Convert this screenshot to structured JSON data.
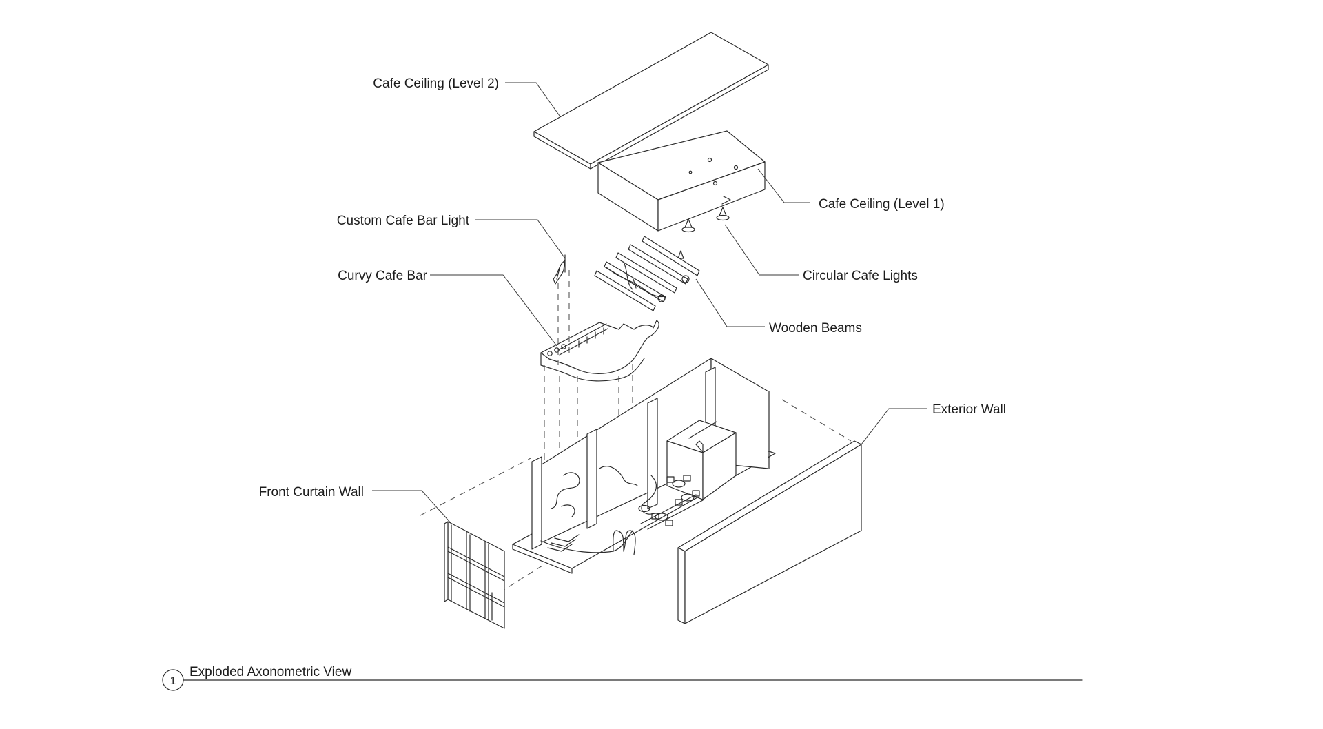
{
  "view": {
    "title": "Exploded Axonometric View",
    "number": "1"
  },
  "labels": {
    "cafe_ceiling_level2": "Cafe Ceiling (Level 2)",
    "cafe_ceiling_level1": "Cafe Ceiling (Level 1)",
    "custom_cafe_bar_light": "Custom Cafe Bar Light",
    "curvy_cafe_bar": "Curvy Cafe Bar",
    "circular_cafe_lights": "Circular Cafe Lights",
    "wooden_beams": "Wooden Beams",
    "exterior_wall": "Exterior Wall",
    "front_curtain_wall": "Front Curtain Wall"
  },
  "colors": {
    "line": "#2b2b2b",
    "background": "#ffffff"
  }
}
